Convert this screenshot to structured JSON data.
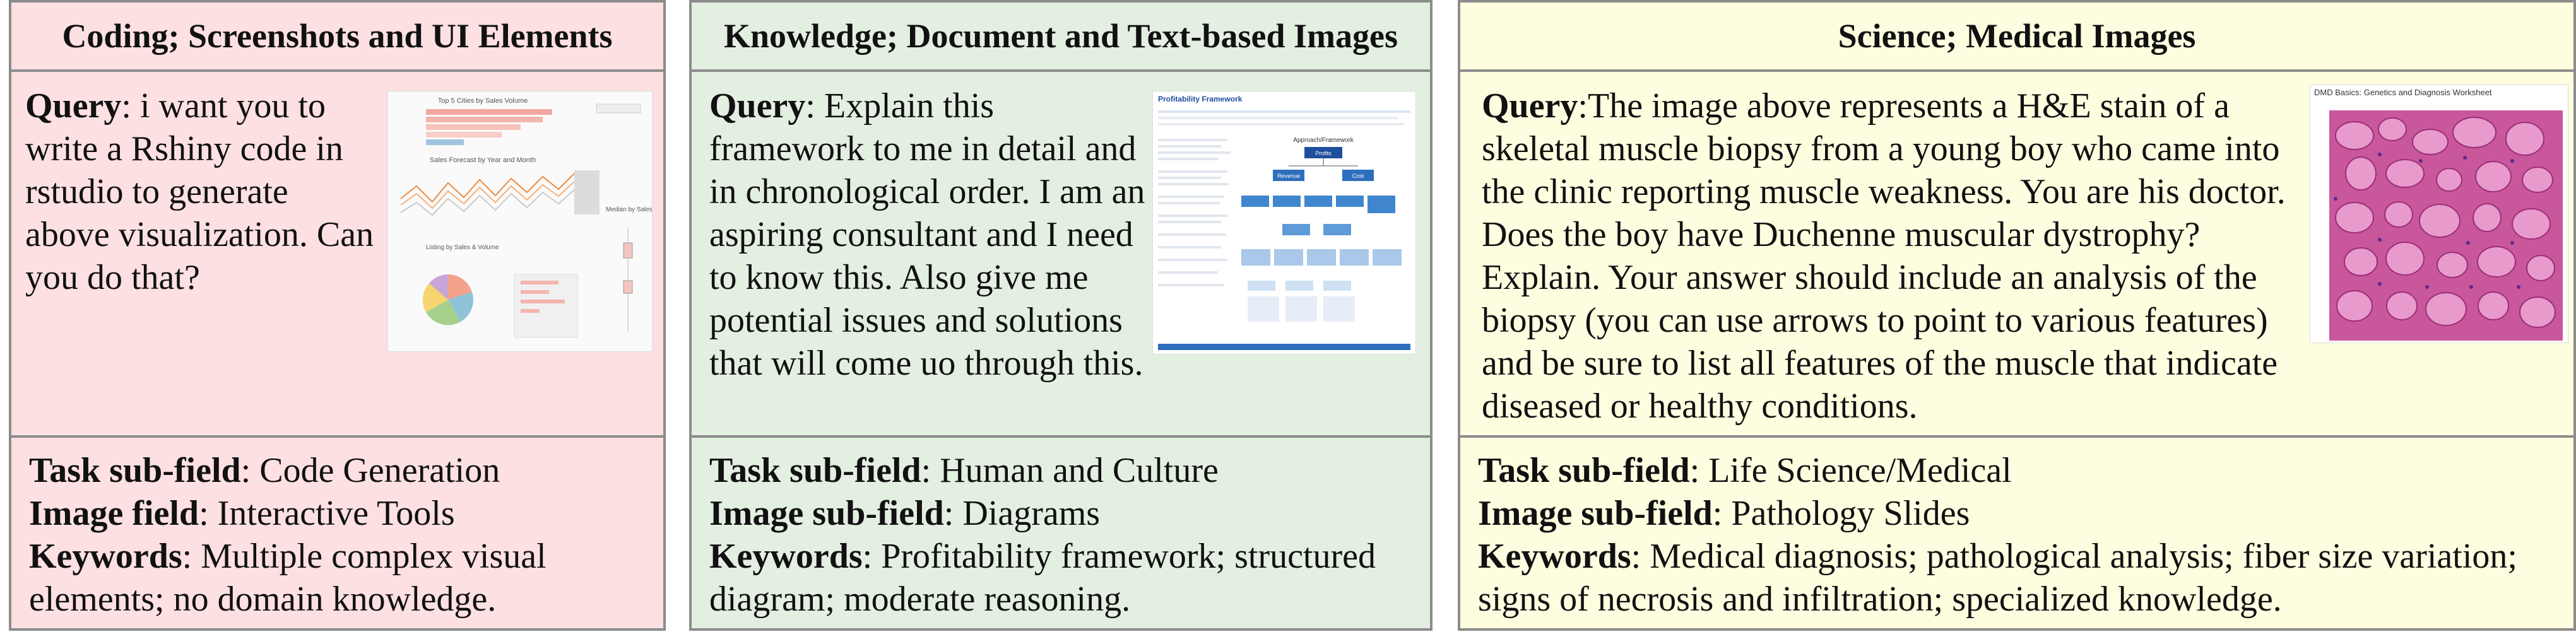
{
  "colors": {
    "card1_bg": "#fde0e2",
    "card2_bg": "#e3efe1",
    "card3_bg": "#fefde0",
    "border": "#8c8c8c"
  },
  "cards": [
    {
      "header": "Coding; Screenshots and UI Elements",
      "query_label": "Query",
      "query_text": ": i want you to write a Rshiny code in rstudio to generate above visualization. Can you do that?",
      "subfield_label": "Task sub-field",
      "subfield": ": Code Generation",
      "image_field_label": "Image field",
      "image_field": ": Interactive Tools",
      "keywords_label": "Keywords",
      "keywords": ": Multiple complex visual elements; no domain knowledge.",
      "thumb_title": "Top 5 Cities by Sales Volume",
      "thumb_subtitle": "Sales Forecast by Year and Month",
      "thumb_median": "Median by Sales & Volume",
      "thumb_listing": "Listing by Sales & Volume"
    },
    {
      "header": "Knowledge; Document and Text-based Images",
      "query_label": "Query",
      "query_text": ": Explain this framework to me in detail and in chronological order. I am an aspiring consultant and I need to know this. Also give me potential issues and solutions that will come uo through this.",
      "subfield_label": "Task sub-field",
      "subfield": ": Human and Culture",
      "image_field_label": "Image sub-field",
      "image_field": ": Diagrams",
      "keywords_label": "Keywords",
      "keywords": ": Profitability framework; structured diagram; moderate reasoning.",
      "thumb_title": "Profitability Framework",
      "thumb_approach": "Approach/Framework",
      "thumb_profit": "Profits",
      "thumb_revenue": "Revenue",
      "thumb_cost": "Cost"
    },
    {
      "header": "Science; Medical Images",
      "query_label": "Query",
      "query_text": ":The image above represents a H&E stain of a skeletal muscle biopsy from a young boy who came into the clinic reporting muscle weakness. You are his doctor. Does the boy have Duchenne muscular dystrophy? Explain. Your answer should include an analysis of the biopsy (you can use arrows to point to various features) and be sure to list all features of the muscle that indicate diseased or healthy conditions.",
      "subfield_label": "Task sub-field",
      "subfield": ": Life Science/Medical",
      "image_field_label": "Image sub-field",
      "image_field": ": Pathology Slides",
      "keywords_label": "Keywords",
      "keywords": ": Medical diagnosis; pathological analysis; fiber size variation; signs of necrosis and infiltration; specialized knowledge.",
      "thumb_title": "DMD Basics: Genetics and Diagnosis Worksheet"
    }
  ]
}
